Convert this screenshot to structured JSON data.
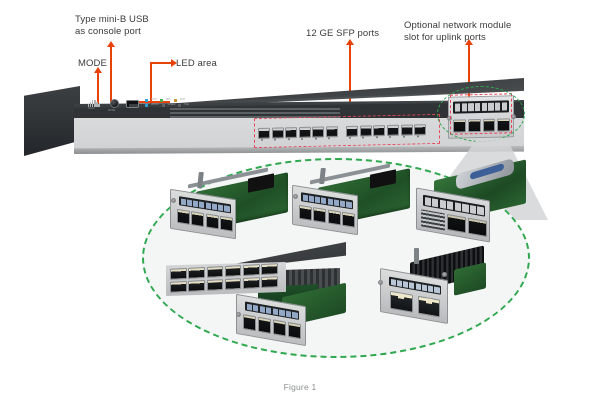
{
  "figure": {
    "caption": "Figure 1"
  },
  "callouts": [
    {
      "id": "usb-console",
      "text": "Type mini-B USB\nas console port",
      "icon": "arrow-up-icon",
      "color": "#E8420A"
    },
    {
      "id": "mode",
      "text": "MODE",
      "icon": "arrow-up-icon",
      "color": "#E8420A"
    },
    {
      "id": "led-area",
      "text": "LED area",
      "icon": "arrow-right-icon",
      "color": "#E8420A"
    },
    {
      "id": "sfp-ports",
      "text": "12 GE SFP ports",
      "icon": "arrow-up-icon",
      "color": "#E8420A"
    },
    {
      "id": "network-module",
      "text": "Optional network module\nslot for uplink ports",
      "icon": "arrow-up-icon",
      "color": "#E8420A"
    }
  ],
  "chassis": {
    "brand_mark": "cisco",
    "mode_button_caption": "MODE",
    "sfp_port_count": 12,
    "sfp_group_size": 6,
    "network_module_port_count": 4,
    "highlight_outline_color": "#E8455B",
    "module_ellipse_color": "#2FA84F"
  },
  "magnified_modules": [
    {
      "id": "sfp4-module-a",
      "type": "4-port SFP network module",
      "port_count": 4,
      "port_type": "SFP"
    },
    {
      "id": "sfp4-module-b",
      "type": "4-port SFP network module",
      "port_count": 4,
      "port_type": "SFP"
    },
    {
      "id": "tenge-module",
      "type": "10GE network module",
      "port_count": 2,
      "port_type": "SFP+"
    },
    {
      "id": "rj45-12-port-unit",
      "type": "12-port RJ-45 unit with open module bay",
      "port_count": 12,
      "port_type": "RJ-45"
    },
    {
      "id": "sfp4-module-inserted",
      "type": "4-port SFP module shown inserted",
      "port_count": 4,
      "port_type": "SFP"
    },
    {
      "id": "rj45-2-port-module",
      "type": "2-port RJ-45 network module with heatsink",
      "port_count": 2,
      "port_type": "RJ-45"
    }
  ]
}
